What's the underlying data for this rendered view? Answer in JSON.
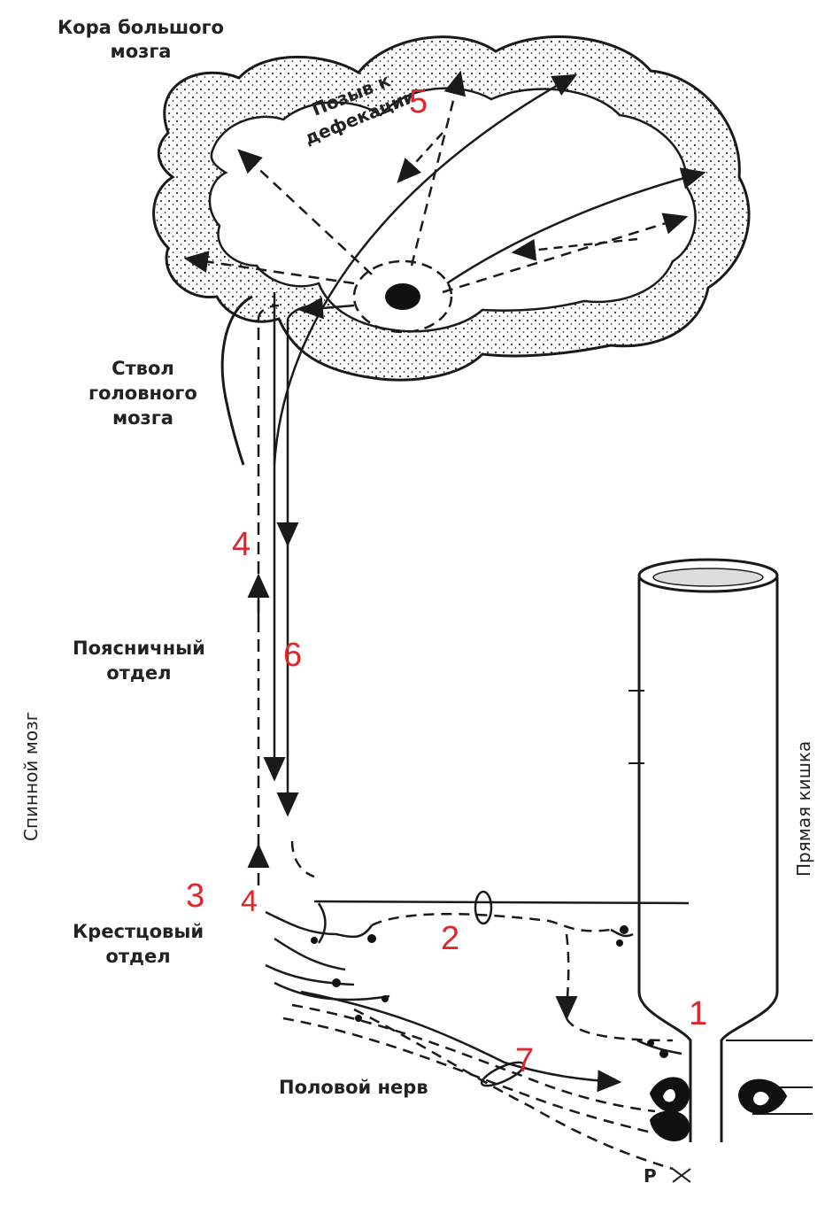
{
  "labels": {
    "cortex": "Кора большого\nмозга",
    "urge": "Позыв к\nдефекации",
    "brainstem": "Ствол\nголовного\nмозга",
    "lumbar": "Поясничный\nотдел",
    "spinal_cord": "Спинной мозг",
    "sacral": "Крестцовый\nотдел",
    "pudendal": "Половой нерв",
    "rectum": "Прямая кишка",
    "p_letter": "P"
  },
  "markers": [
    "1",
    "2",
    "3",
    "4",
    "5",
    "6",
    "7"
  ],
  "colors": {
    "marker": "#e0262a",
    "ink": "#1a1a1a"
  }
}
